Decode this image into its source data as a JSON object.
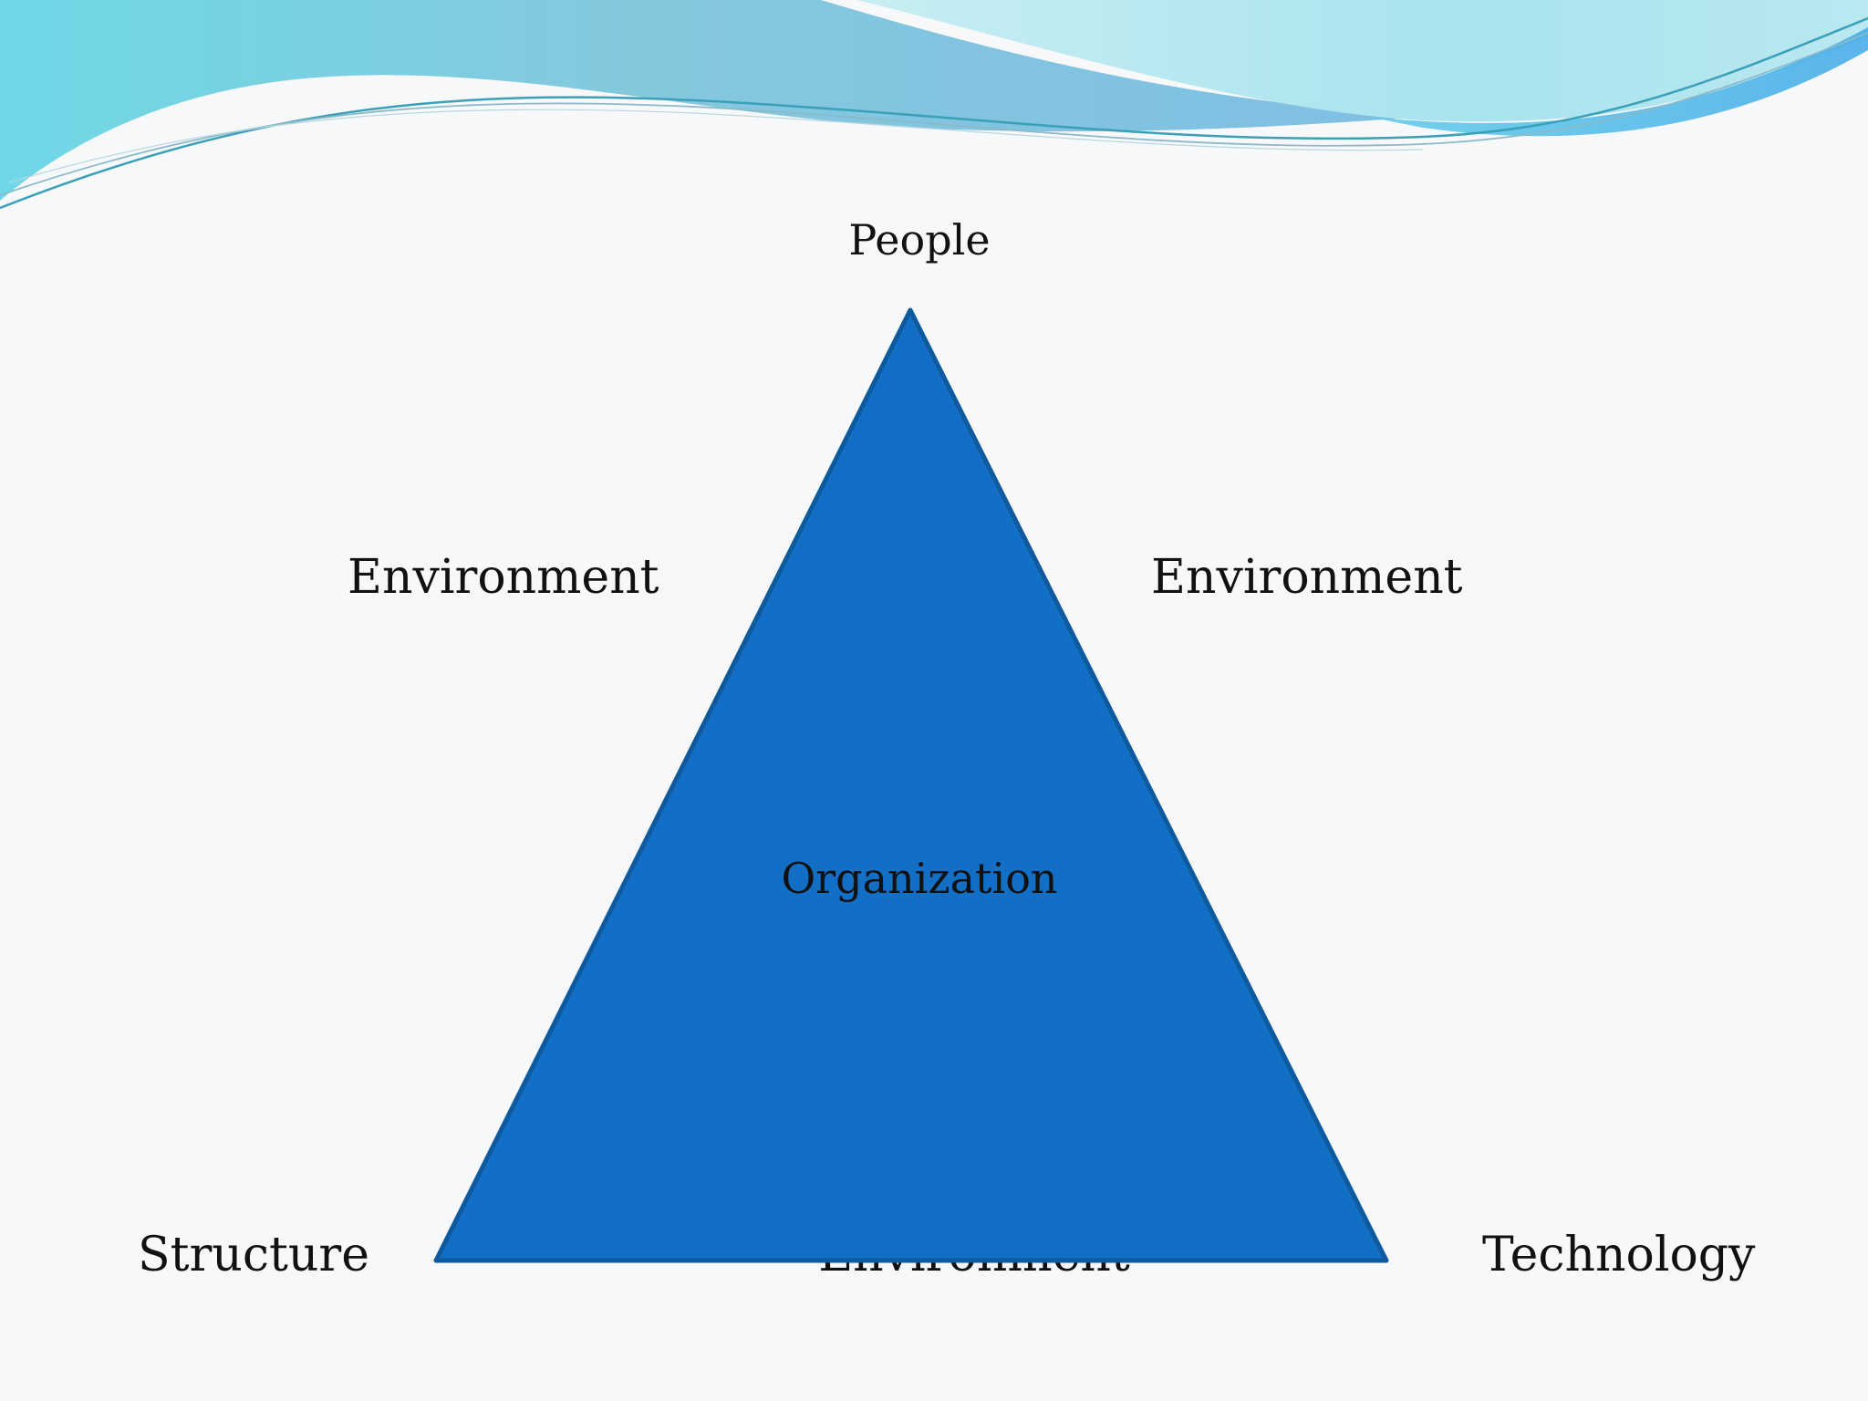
{
  "diagram": {
    "apex_label": "People",
    "left_side_label": "Environment",
    "right_side_label": "Environment",
    "center_label": "Organization",
    "bottom_left_label": "Structure",
    "bottom_right_label": "Technology",
    "bottom_side_label": "Environment",
    "triangle_color": "#126fc5",
    "triangle_edge_color": "#0e5a9e"
  }
}
